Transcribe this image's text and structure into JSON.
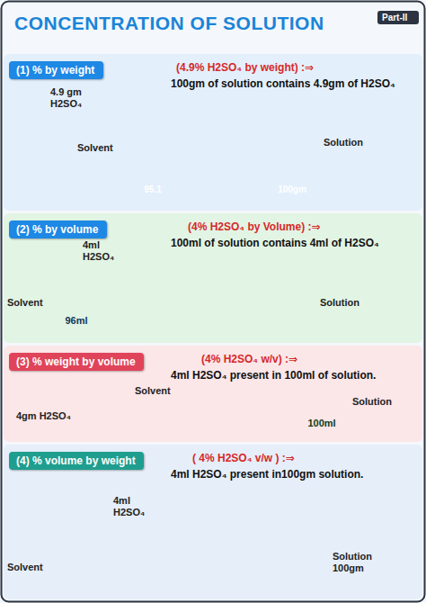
{
  "diagram": {
    "title": "CONCENTRATION OF SOLUTION",
    "nodes": [
      {
        "text": [
          "Part-II"
        ]
      },
      {
        "text": [
          "(4.9% H2SO₄ by weight) :⇒",
          "100gm of solution contains 4.9gm of H2SO₄"
        ]
      },
      {
        "text": [
          "(1) % by weight"
        ],
        "in": 1
      },
      {
        "text": [
          "(4% H2SO₄ by Volume) :⇒",
          "100ml of solution contains 4ml of H2SO₄"
        ]
      },
      {
        "text": [
          "(2) % by volume"
        ],
        "in": 3
      },
      {
        "text": [
          "(4% H2SO₄ w/v) :⇒",
          "4ml H2SO₄ present in 100ml of solution."
        ]
      },
      {
        "text": [
          "(3) % weight by volume"
        ],
        "in": 5
      },
      {
        "text": [
          "( 4% H2SO₄ v/w ) :⇒",
          "4ml H2SO₄ present in100gm solution."
        ]
      },
      {
        "text": [
          "(4) % volume by weight"
        ],
        "in": 7
      }
    ],
    "labels": [
      "4.9 gm H2SO₄",
      "Solvent",
      "Solution",
      "95.1",
      "100gm",
      "4ml H2SO₄",
      "Solvent",
      "96ml",
      "Solution",
      "4gm H2SO₄",
      "Solvent",
      "Solution",
      "100ml",
      "4ml H2SO₄",
      "Solvent",
      "Solution 100gm"
    ]
  }
}
